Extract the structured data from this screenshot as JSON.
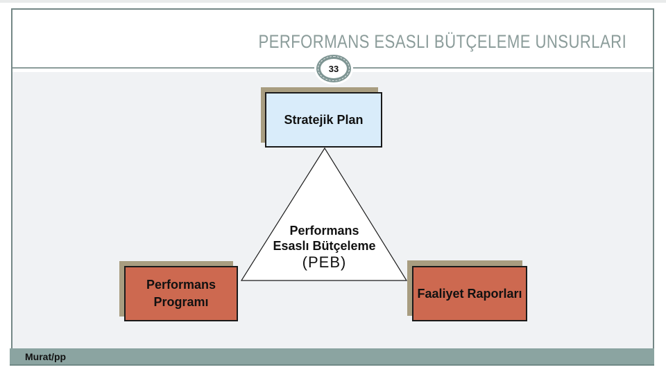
{
  "header": {
    "title": "PERFORMANS ESASLI BÜTÇELEME UNSURLARI",
    "page_number": "33"
  },
  "diagram": {
    "top_box_label": "Stratejik Plan",
    "center_line1": "Performans",
    "center_line2": "Esaslı Bütçeleme",
    "center_line3": "(PEB)",
    "left_box_line1": "Performans",
    "left_box_line2": "Programı",
    "right_box_label": "Faaliyet Raporları"
  },
  "footer": {
    "author": "Murat/pp"
  },
  "colors": {
    "title_text": "#8b9c9a",
    "frame_border": "#748786",
    "divider_line": "#8b9c9a",
    "oval_ring": "#7e9593",
    "content_background": "#f0f2f4",
    "blue_box": "#d9ecfa",
    "red_box": "#cd6950",
    "shadow_tan": "#a89d80",
    "footer_band": "#8ba4a1",
    "box_border": "#1a1a1a"
  }
}
